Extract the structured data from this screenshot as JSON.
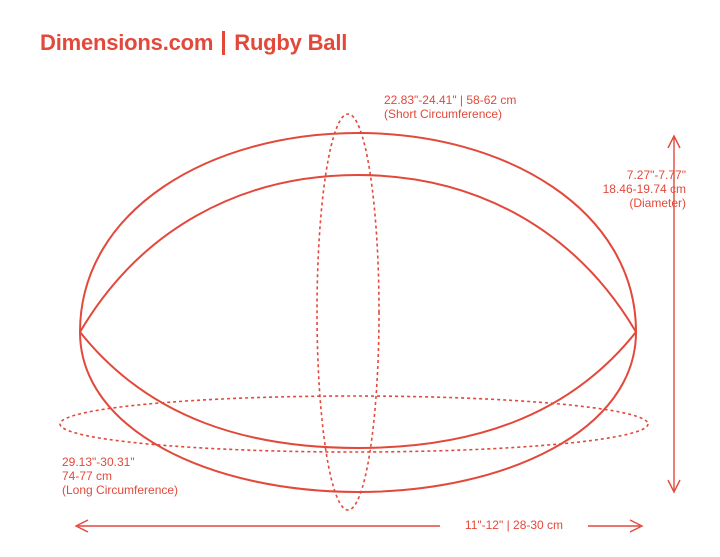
{
  "header": {
    "brand": "Dimensions.com",
    "title": "Rugby Ball"
  },
  "dimensions": {
    "short_circumference": {
      "value": "22.83\"-24.41\" | 58-62 cm",
      "caption": "(Short Circumference)"
    },
    "diameter": {
      "imperial": "7.27\"-7.77\"",
      "metric": "18.46-19.74 cm",
      "caption": "(Diameter)"
    },
    "long_circumference": {
      "imperial": "29.13\"-30.31\"",
      "metric": "74-77 cm",
      "caption": "(Long Circumference)"
    },
    "length": {
      "value": "11\"-12\" | 28-30 cm"
    }
  },
  "colors": {
    "accent": "#e2493b"
  }
}
